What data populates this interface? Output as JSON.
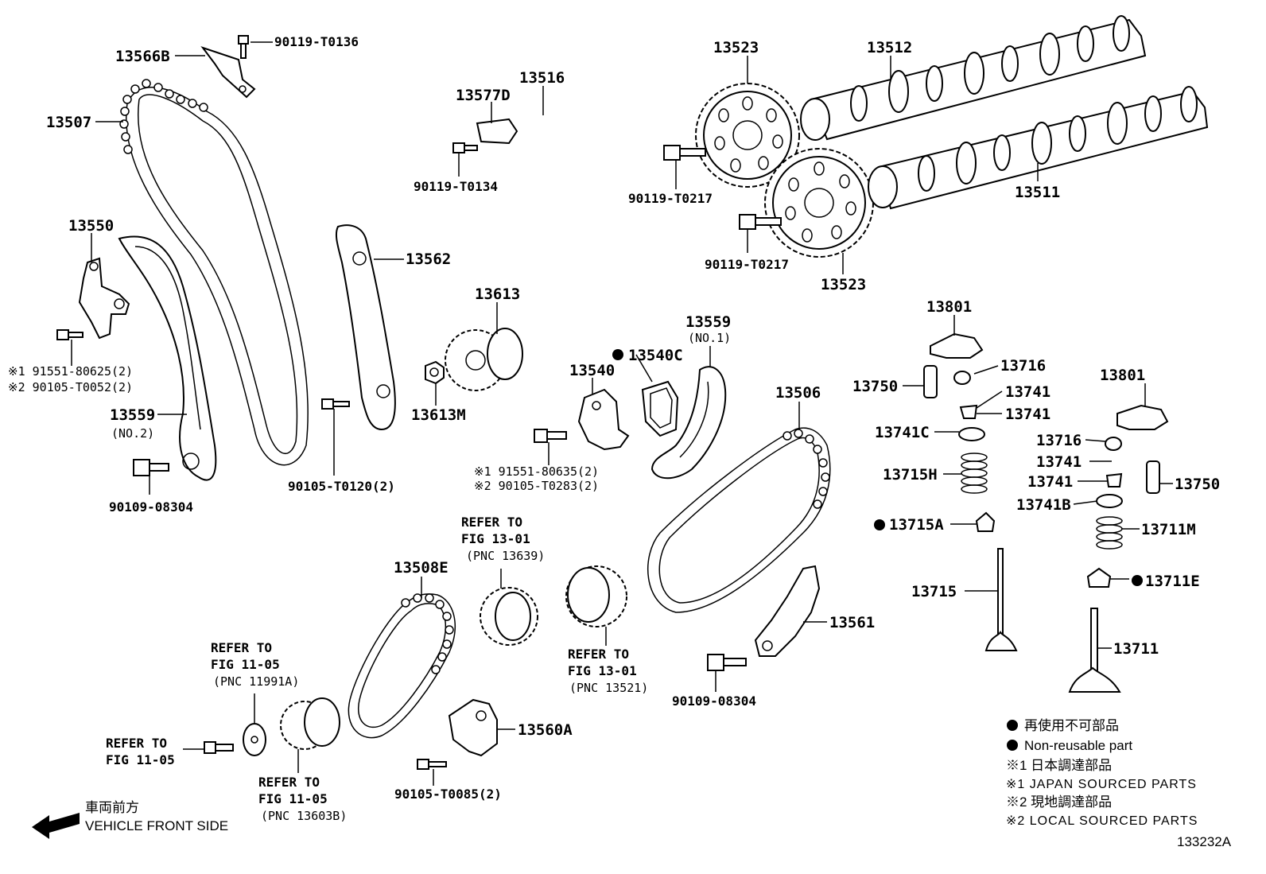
{
  "labels": {
    "p13566B": "13566B",
    "p90119_T0136": "90119-T0136",
    "p13507": "13507",
    "p13577D": "13577D",
    "p13516": "13516",
    "p90119_T0134": "90119-T0134",
    "p13523_top": "13523",
    "p13512": "13512",
    "p90119_T0217_a": "90119-T0217",
    "p13511": "13511",
    "p90119_T0217_b": "90119-T0217",
    "p13523_bot": "13523",
    "p13550": "13550",
    "p91551_80625": "※1 91551-80625(2)",
    "p90105_T0052": "※2 90105-T0052(2)",
    "p13562": "13562",
    "p13613": "13613",
    "p13613M": "13613M",
    "p13559": "13559",
    "p13559_no2": "(NO.2)",
    "p90109_08304_a": "90109-08304",
    "p90105_T0120": "90105-T0120(2)",
    "p13540": "13540",
    "p13540C": "13540C",
    "p13559_top": "13559",
    "p13559_no1": "(NO.1)",
    "p91551_80635": "※1 91551-80635(2)",
    "p90105_T0283": "※2 90105-T0283(2)",
    "p13801_a": "13801",
    "p13716_a": "13716",
    "p13750_a": "13750",
    "p13741_a": "13741",
    "p13741_b": "13741",
    "p13741C": "13741C",
    "p13715H": "13715H",
    "p13715A": "13715A",
    "p13715": "13715",
    "p13506": "13506",
    "p13801_b": "13801",
    "p13716_b": "13716",
    "p13741_c": "13741",
    "p13741_d": "13741",
    "p13750_b": "13750",
    "p13741B": "13741B",
    "p13711M": "13711M",
    "p13711E": "13711E",
    "p13711": "13711",
    "p13561": "13561",
    "p90109_08304_b": "90109-08304",
    "p13508E": "13508E",
    "p13560A": "13560A",
    "p90105_T0085": "90105-T0085(2)"
  },
  "references": {
    "ref_13639": [
      "REFER TO",
      "FIG 13-01",
      "(PNC 13639)"
    ],
    "ref_13521": [
      "REFER TO",
      "FIG 13-01",
      "(PNC 13521)"
    ],
    "ref_11991A": [
      "REFER TO",
      "FIG 11-05",
      "(PNC 11991A)"
    ],
    "ref_1105_left": [
      "REFER TO",
      "FIG 11-05"
    ],
    "ref_13603B": [
      "REFER TO",
      "FIG 11-05",
      "(PNC 13603B)"
    ]
  },
  "legend": {
    "bullet_jp": "再使用不可部品",
    "bullet_en": "Non-reusable part",
    "note1_jp": "※1 日本調達部品",
    "note1_en": "※1 JAPAN SOURCED PARTS",
    "note2_jp": "※2 現地調達部品",
    "note2_en": "※2 LOCAL SOURCED PARTS"
  },
  "front": {
    "jp": "車両前方",
    "en": "VEHICLE FRONT SIDE"
  },
  "figure_id": "133232A"
}
